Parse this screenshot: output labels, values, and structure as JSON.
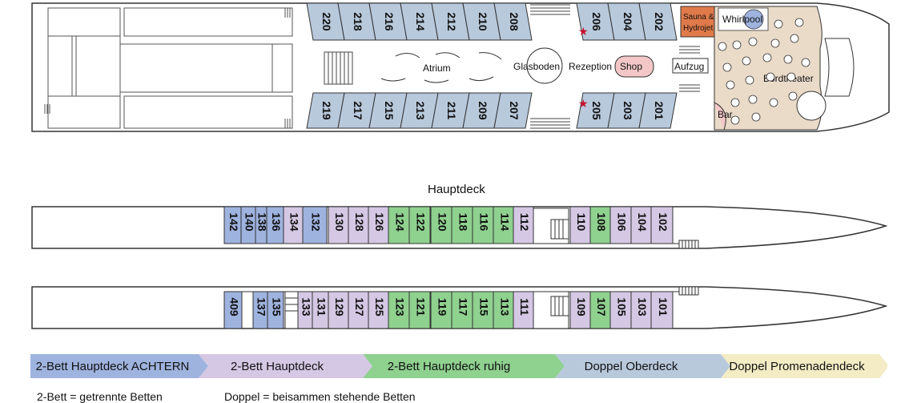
{
  "colors": {
    "achtern": "#9fb3df",
    "hauptdeck": "#d5c8e4",
    "ruhig": "#8fd18f",
    "oberdeck": "#b8c9dc",
    "promenade": "#f3ecc4",
    "sauna": "#e07a4a",
    "theater": "#eadbc9",
    "shop": "#f3c7c7"
  },
  "promenade_deck": {
    "upper_cabins": [
      "220",
      "218",
      "216",
      "214",
      "212",
      "210",
      "208",
      "206",
      "204",
      "202"
    ],
    "lower_cabins": [
      "219",
      "217",
      "215",
      "213",
      "211",
      "209",
      "207",
      "205",
      "203",
      "201"
    ],
    "labels": {
      "atrium": "Atrium",
      "glasboden": "Glasboden",
      "rezeption": "Rezeption",
      "shop": "Shop",
      "aufzug": "Aufzug",
      "sauna_line1": "Sauna &",
      "sauna_line2": "Hydrojet",
      "whirlpool": "Whirlpool",
      "bordtheater": "Bordtheater",
      "bar": "Bar"
    }
  },
  "main_deck": {
    "title": "Hauptdeck",
    "upper_cabins": [
      {
        "num": "142",
        "cat": "achtern"
      },
      {
        "num": "140",
        "cat": "achtern"
      },
      {
        "num": "138",
        "cat": "achtern"
      },
      {
        "num": "136",
        "cat": "achtern"
      },
      {
        "num": "134",
        "cat": "hauptdeck"
      },
      {
        "num": "132",
        "cat": "achtern"
      },
      {
        "num": "130",
        "cat": "hauptdeck"
      },
      {
        "num": "128",
        "cat": "hauptdeck"
      },
      {
        "num": "126",
        "cat": "hauptdeck"
      },
      {
        "num": "124",
        "cat": "ruhig"
      },
      {
        "num": "122",
        "cat": "ruhig"
      },
      {
        "num": "120",
        "cat": "ruhig"
      },
      {
        "num": "118",
        "cat": "ruhig"
      },
      {
        "num": "116",
        "cat": "ruhig"
      },
      {
        "num": "114",
        "cat": "ruhig"
      },
      {
        "num": "112",
        "cat": "hauptdeck"
      },
      {
        "num": "110",
        "cat": "hauptdeck"
      },
      {
        "num": "108",
        "cat": "ruhig"
      },
      {
        "num": "106",
        "cat": "hauptdeck"
      },
      {
        "num": "104",
        "cat": "hauptdeck"
      },
      {
        "num": "102",
        "cat": "hauptdeck"
      }
    ],
    "lower_cabins": [
      {
        "num": "409",
        "cat": "achtern"
      },
      {
        "num": "137",
        "cat": "achtern"
      },
      {
        "num": "135",
        "cat": "achtern"
      },
      {
        "num": "133",
        "cat": "hauptdeck"
      },
      {
        "num": "131",
        "cat": "hauptdeck"
      },
      {
        "num": "129",
        "cat": "hauptdeck"
      },
      {
        "num": "127",
        "cat": "hauptdeck"
      },
      {
        "num": "125",
        "cat": "hauptdeck"
      },
      {
        "num": "123",
        "cat": "ruhig"
      },
      {
        "num": "121",
        "cat": "ruhig"
      },
      {
        "num": "119",
        "cat": "ruhig"
      },
      {
        "num": "117",
        "cat": "ruhig"
      },
      {
        "num": "115",
        "cat": "ruhig"
      },
      {
        "num": "113",
        "cat": "ruhig"
      },
      {
        "num": "111",
        "cat": "hauptdeck"
      },
      {
        "num": "109",
        "cat": "hauptdeck"
      },
      {
        "num": "107",
        "cat": "ruhig"
      },
      {
        "num": "105",
        "cat": "hauptdeck"
      },
      {
        "num": "103",
        "cat": "hauptdeck"
      },
      {
        "num": "101",
        "cat": "hauptdeck"
      }
    ]
  },
  "legend": [
    {
      "label": "2-Bett Hauptdeck ACHTERN",
      "color": "#9fb3df"
    },
    {
      "label": "2-Bett Hauptdeck",
      "color": "#d5c8e4"
    },
    {
      "label": "2-Bett Hauptdeck ruhig",
      "color": "#8fd18f"
    },
    {
      "label": "Doppel Oberdeck",
      "color": "#b8c9dc"
    },
    {
      "label": "Doppel Promenadendeck",
      "color": "#f3ecc4"
    }
  ],
  "footnotes": {
    "twin": "2-Bett = getrennte Betten",
    "double": "Doppel = beisammen stehende Betten"
  }
}
